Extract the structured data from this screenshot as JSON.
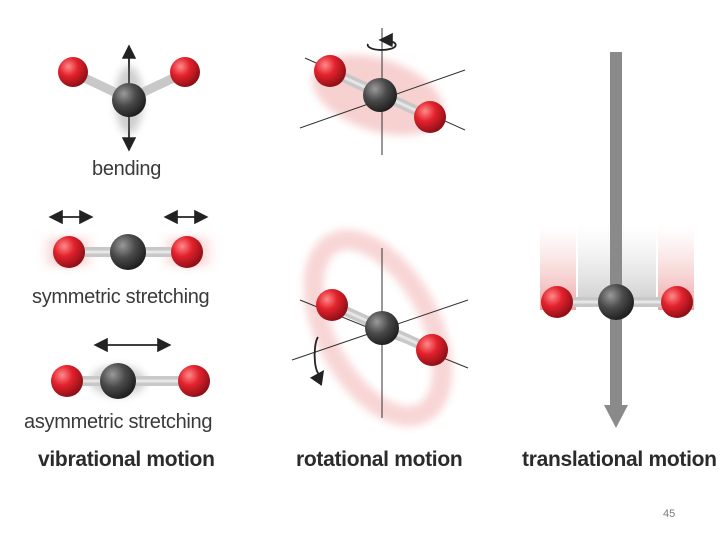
{
  "labels": {
    "bending": "bending",
    "symmetric": "symmetric stretching",
    "asymmetric": "asymmetric stretching",
    "vibrational": "vibrational motion",
    "rotational": "rotational motion",
    "translational": "translational motion"
  },
  "page_number": "45",
  "colors": {
    "oxygen": "#d8202c",
    "carbon": "#4a4a4a",
    "bond": "#c8c8c8",
    "arrow": "#222222",
    "blur": "#e35a5a",
    "translation_arrow": "#8a8a8a"
  },
  "icons": {
    "bond_arrow": "double-headed-arrow-icon",
    "rotation": "circular-arrow-icon"
  }
}
